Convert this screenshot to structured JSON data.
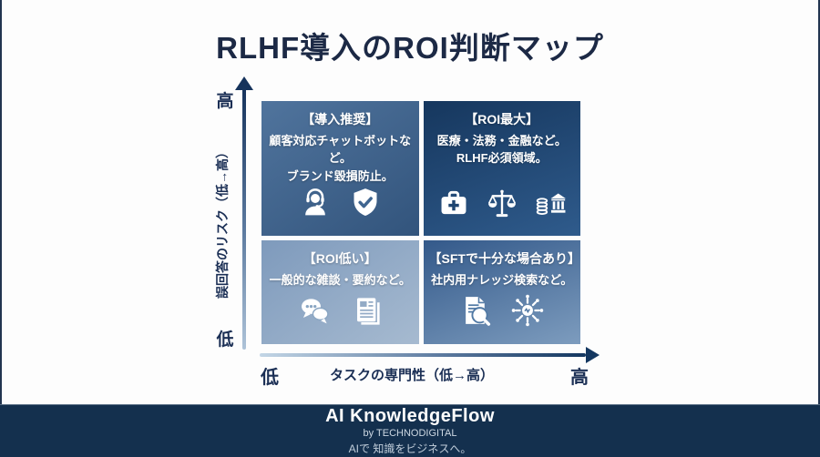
{
  "page": {
    "title": "RLHF導入のROI判断マップ"
  },
  "axes": {
    "y": {
      "label": "誤回答のリスク（低→高）",
      "top_label": "高",
      "bottom_label": "低"
    },
    "x": {
      "label": "タスクの専門性（低→高）",
      "left_label": "低",
      "right_label": "高"
    }
  },
  "quadrants": [
    {
      "position": "top-left",
      "title": "【導入推奨】",
      "lines": [
        "顧客対応チャットボットなど。",
        "ブランド毀損防止。"
      ],
      "icons": [
        "support-agent-icon",
        "shield-check-icon"
      ],
      "bg_from": "#50749d",
      "bg_to": "#32547c"
    },
    {
      "position": "top-right",
      "title": "【ROI最大】",
      "lines": [
        "医療・法務・金融など。",
        "RLHF必須領域。"
      ],
      "icons": [
        "medical-kit-icon",
        "scales-icon",
        "bank-coins-icon"
      ],
      "bg_from": "#16375e",
      "bg_to": "#2f5b8c"
    },
    {
      "position": "bottom-left",
      "title": "【ROI低い】",
      "lines": [
        "一般的な雑談・要約など。"
      ],
      "icons": [
        "chat-bubbles-icon",
        "document-icon"
      ],
      "bg_from": "#7e9abc",
      "bg_to": "#a6bad0"
    },
    {
      "position": "bottom-right",
      "title": "【SFTで十分な場合あり】",
      "lines": [
        "社内用ナレッジ検索など。"
      ],
      "icons": [
        "document-search-icon",
        "network-hub-icon"
      ],
      "bg_from": "#33598a",
      "bg_to": "#7d9cbe"
    }
  ],
  "footer": {
    "brand": "AI KnowledgeFlow",
    "byline": "by TECHNODIGITAL",
    "tagline": "AIで 知識をビジネスへ。",
    "bg_color": "#14304e"
  },
  "colors": {
    "title_text": "#1c2945",
    "axis_dark": "#16335c",
    "axis_light": "#c3d6e6",
    "quadrant_text": "#ffffff"
  }
}
